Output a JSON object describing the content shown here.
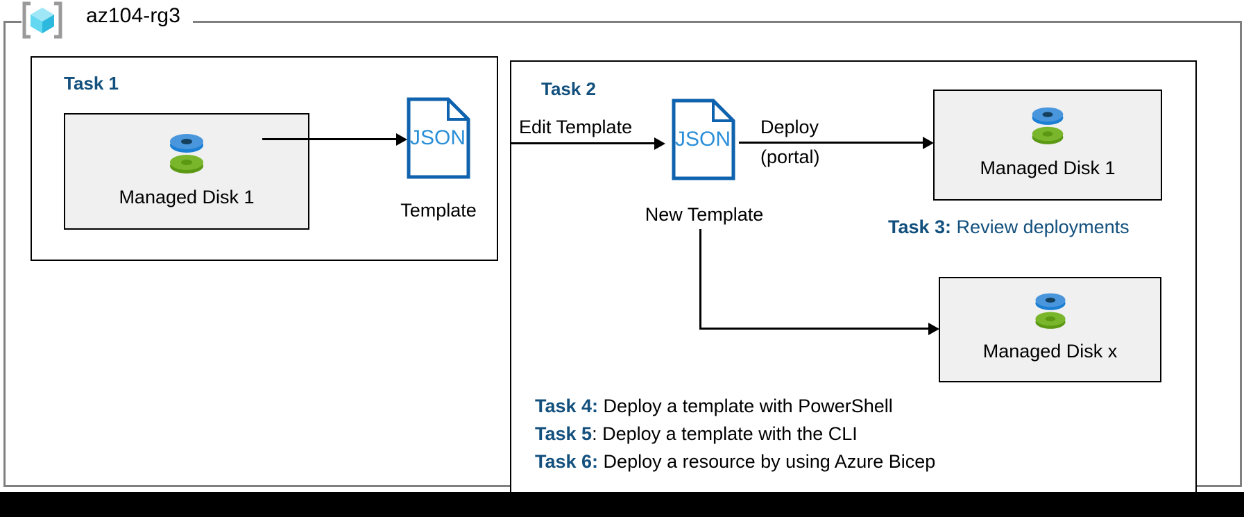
{
  "resource_group": {
    "name": "az104-rg3",
    "icon": "azure-resource-group-icon"
  },
  "panels": {
    "task1": {
      "heading": "Task 1"
    },
    "task2": {
      "heading": "Task 2"
    }
  },
  "resources": [
    {
      "name": "disk-box-1",
      "label": "Managed Disk 1",
      "icon": "managed-disk-icon"
    },
    {
      "name": "disk-box-2",
      "label": "Managed Disk 1",
      "icon": "managed-disk-icon"
    },
    {
      "name": "disk-box-3",
      "label": "Managed Disk x",
      "icon": "managed-disk-icon"
    }
  ],
  "documents": [
    {
      "name": "json-template",
      "glyph": "JSON",
      "caption": "Template"
    },
    {
      "name": "json-new-template",
      "glyph": "JSON",
      "caption": "New Template"
    }
  ],
  "edges": {
    "edit_template": "Edit Template",
    "deploy": "Deploy",
    "portal": "(portal)"
  },
  "tasks": [
    {
      "key": "Task 3:",
      "desc": " Review deployments",
      "style": "blue"
    },
    {
      "key": "Task 4:",
      "desc": " Deploy a template with PowerShell",
      "style": "black"
    },
    {
      "key": "Task 5",
      "desc": ": Deploy a template with the CLI",
      "style": "black"
    },
    {
      "key": "Task 6:",
      "desc": " Deploy a resource by using Azure Bicep",
      "style": "black"
    }
  ],
  "colors": {
    "task_heading_blue": "#13507d",
    "json_blue": "#0f62ad",
    "box_fill": "#f0f0f0",
    "box_border": "#000000",
    "rg_border": "#808080",
    "disk_blue": "#3e92d8",
    "disk_green": "#7ab62b"
  }
}
